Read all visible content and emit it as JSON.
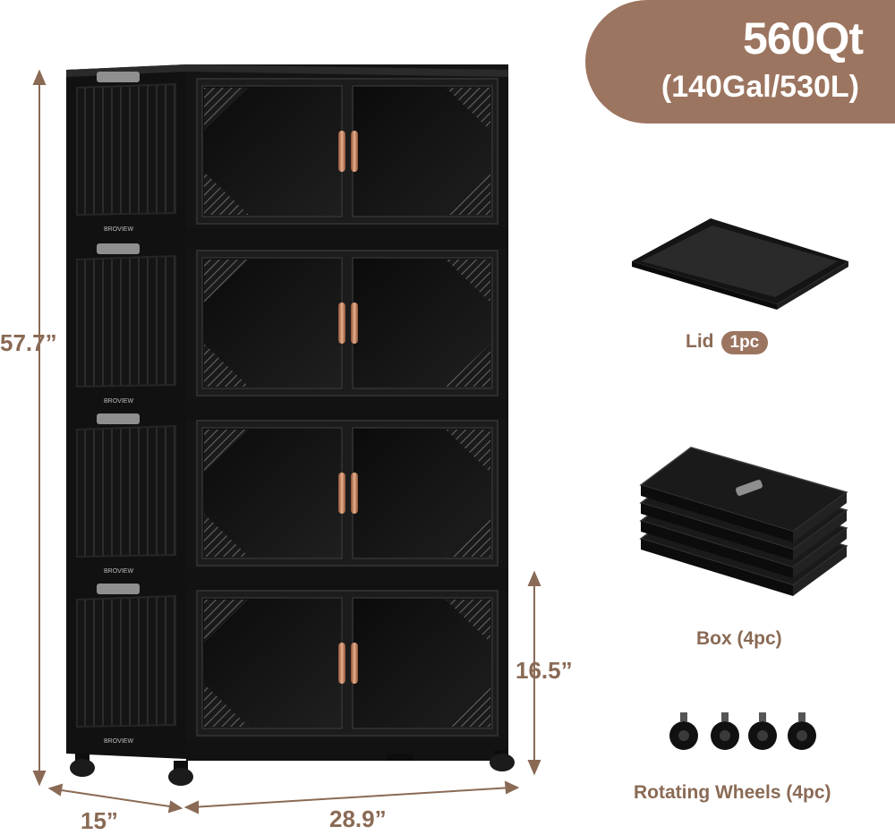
{
  "capacity": {
    "quarts": "560Qt",
    "conversions": "(140Gal/530L)"
  },
  "dimensions": {
    "height": "57.7”",
    "depth": "15”",
    "width": "28.9”",
    "box_height": "16.5”"
  },
  "brand": "BROVIEW",
  "components": {
    "lid": {
      "label": "Lid",
      "count": "1pc"
    },
    "box": {
      "label": "Box (4pc)"
    },
    "wheels": {
      "label": "Rotating Wheels (4pc)"
    }
  },
  "colors": {
    "accent": "#9c7560",
    "text_accent": "#8a6a55",
    "cabinet": "#151515",
    "handle": "#c98e6a"
  }
}
